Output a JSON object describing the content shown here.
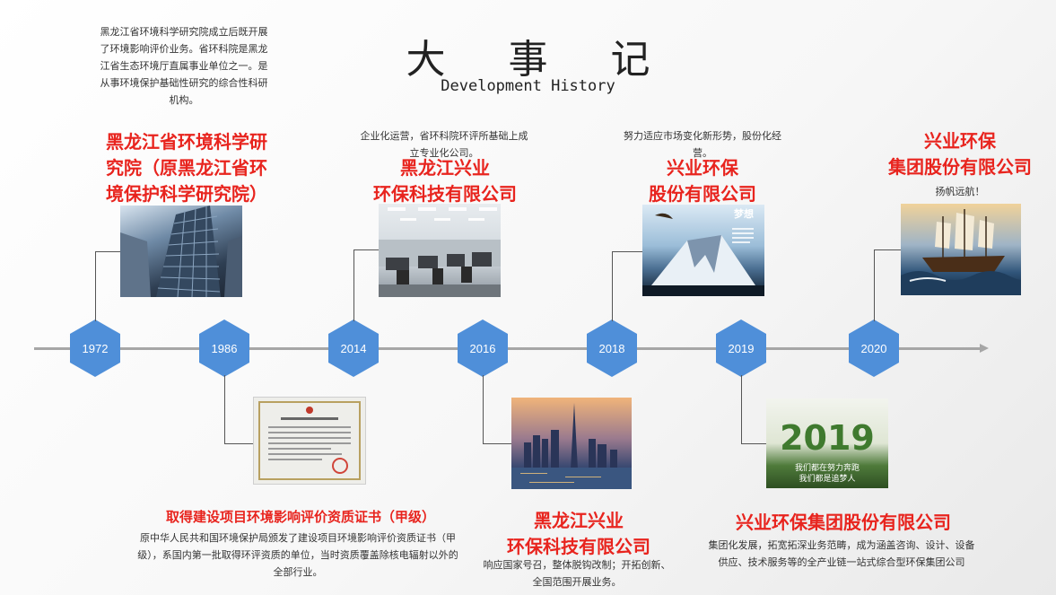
{
  "title": "大 事 记",
  "subtitle": "Development History",
  "timeline": {
    "years": [
      "1972",
      "1986",
      "2014",
      "2016",
      "2018",
      "2019",
      "2020"
    ]
  },
  "events": {
    "e1972": {
      "desc": "黑龙江省环境科学研究院成立后既开展了环境影响评价业务。省环科院是黑龙江省生态环境厅直属事业单位之一。是从事环境保护基础性研究的综合性科研机构。",
      "heading": "黑龙江省环境科学研究院（原黑龙江省环境保护科学研究院）"
    },
    "e1986": {
      "heading": "取得建设项目环境影响评价资质证书（甲级）",
      "desc": "原中华人民共和国环境保护局颁发了建设项目环境影响评价资质证书（甲级），系国内第一批取得环评资质的单位，当时资质覆盖除核电辐射以外的全部行业。"
    },
    "e2014": {
      "desc": "企业化运营，省环科院环评所基础上成立专业化公司。",
      "heading_line1": "黑龙江兴业",
      "heading_line2": "环保科技有限公司"
    },
    "e2016": {
      "heading_line1": "黑龙江兴业",
      "heading_line2": "环保科技有限公司",
      "desc": "响应国家号召，整体脱钩改制；开拓创新、全国范围开展业务。"
    },
    "e2018": {
      "desc": "努力适应市场变化新形势，股份化经营。",
      "heading_line1": "兴业环保",
      "heading_line2": "股份有限公司"
    },
    "e2019": {
      "heading": "兴业环保集团股份有限公司",
      "desc": "集团化发展，拓宽拓深业务范畴，成为涵盖咨询、设计、设备供应、技术服务等的全产业链一站式综合型环保集团公司"
    },
    "e2020": {
      "heading_line1": "兴业环保",
      "heading_line2": "集团股份有限公司",
      "desc": "扬帆远航！"
    }
  },
  "images": {
    "dream_title": "梦想",
    "banner_2019": "2019",
    "banner_line1": "我们都在努力奔跑",
    "banner_line2": "我们都是追梦人"
  },
  "colors": {
    "accent": "#e8241e",
    "hex": "#4f8fd9"
  }
}
